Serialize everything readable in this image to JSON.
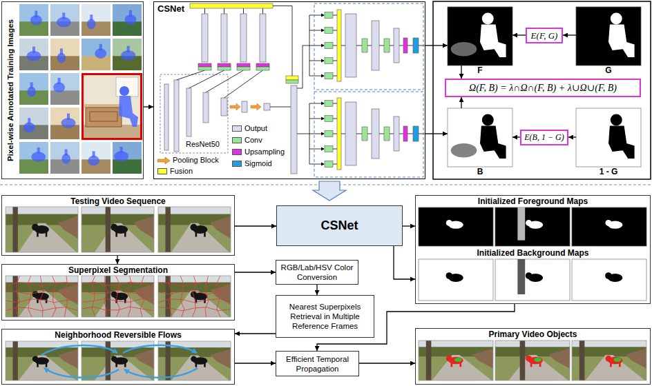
{
  "diagram": {
    "nodes": [
      {
        "text": [
          "Pixel-wise Annotated Training Images"
        ]
      },
      {
        "text": [
          "CSNet"
        ]
      },
      {
        "text": [
          "F"
        ]
      },
      {
        "text": [
          "E(F, G)"
        ]
      },
      {
        "text": [
          "G"
        ]
      },
      {
        "text": [
          "Ω(F, B) = λ∩Ω∩(F, B) + λ∪Ω∪(F, B)"
        ]
      },
      {
        "text": [
          "B"
        ]
      },
      {
        "text": [
          "E(B, 1 − G)"
        ]
      },
      {
        "text": [
          "1 - G"
        ]
      },
      {
        "text": [
          "Testing Video Sequence"
        ]
      },
      {
        "text": [
          "Superpixel Segmentation"
        ]
      },
      {
        "text": [
          "Neighborhood Reversible Flows"
        ]
      },
      {
        "text": [
          "CSNet"
        ]
      },
      {
        "text": [
          "RGB/Lab/HSV Color Conversion"
        ]
      },
      {
        "text": [
          "Nearest Superpixels Retrieval in Multiple Reference Frames"
        ]
      },
      {
        "text": [
          "Efficient Temporal Propagation"
        ]
      },
      {
        "text": [
          "Initialized Foreground Maps",
          "Initialized Background Maps"
        ]
      },
      {
        "text": [
          "Primary Video Objects"
        ]
      }
    ],
    "edges": [
      {
        "from": 0,
        "to": 1,
        "arrow": "to"
      },
      {
        "from": 1,
        "to": 2,
        "arrow": "to"
      },
      {
        "from": 1,
        "to": 6,
        "arrow": "to"
      },
      {
        "from": 3,
        "to": 2,
        "arrow": "to"
      },
      {
        "from": 4,
        "to": 3,
        "arrow": "to"
      },
      {
        "from": 2,
        "to": 5,
        "arrow": "to"
      },
      {
        "from": 6,
        "to": 5,
        "arrow": "to"
      },
      {
        "from": 7,
        "to": 6,
        "arrow": "to"
      },
      {
        "from": 8,
        "to": 7,
        "arrow": "to"
      },
      {
        "from": 9,
        "to": 12,
        "arrow": "to"
      },
      {
        "from": 9,
        "to": 10,
        "arrow": "to"
      },
      {
        "from": 10,
        "to": 13,
        "arrow": "to"
      },
      {
        "from": 13,
        "to": 14,
        "arrow": "to"
      },
      {
        "from": 14,
        "to": 11,
        "arrow": "to"
      },
      {
        "from": 11,
        "to": 15,
        "arrow": "to"
      },
      {
        "from": 12,
        "to": 16,
        "arrow": "to"
      },
      {
        "from": 12,
        "to": 16,
        "arrow": "to"
      },
      {
        "from": 16,
        "to": 15,
        "arrow": "to"
      },
      {
        "from": 15,
        "to": 17,
        "arrow": "to"
      }
    ],
    "labels": [
      "ResNet50"
    ],
    "legend": [
      {
        "text": "Pooling Block"
      },
      {
        "text": "Fusion",
        "color": "#ffff33"
      },
      {
        "text": "Output",
        "color": "#dcdcf0"
      },
      {
        "text": "Conv",
        "color": "#99e699"
      },
      {
        "text": "Upsampling",
        "color": "#e033e0"
      },
      {
        "text": "Sigmoid",
        "color": "#1e9fe0"
      }
    ]
  }
}
